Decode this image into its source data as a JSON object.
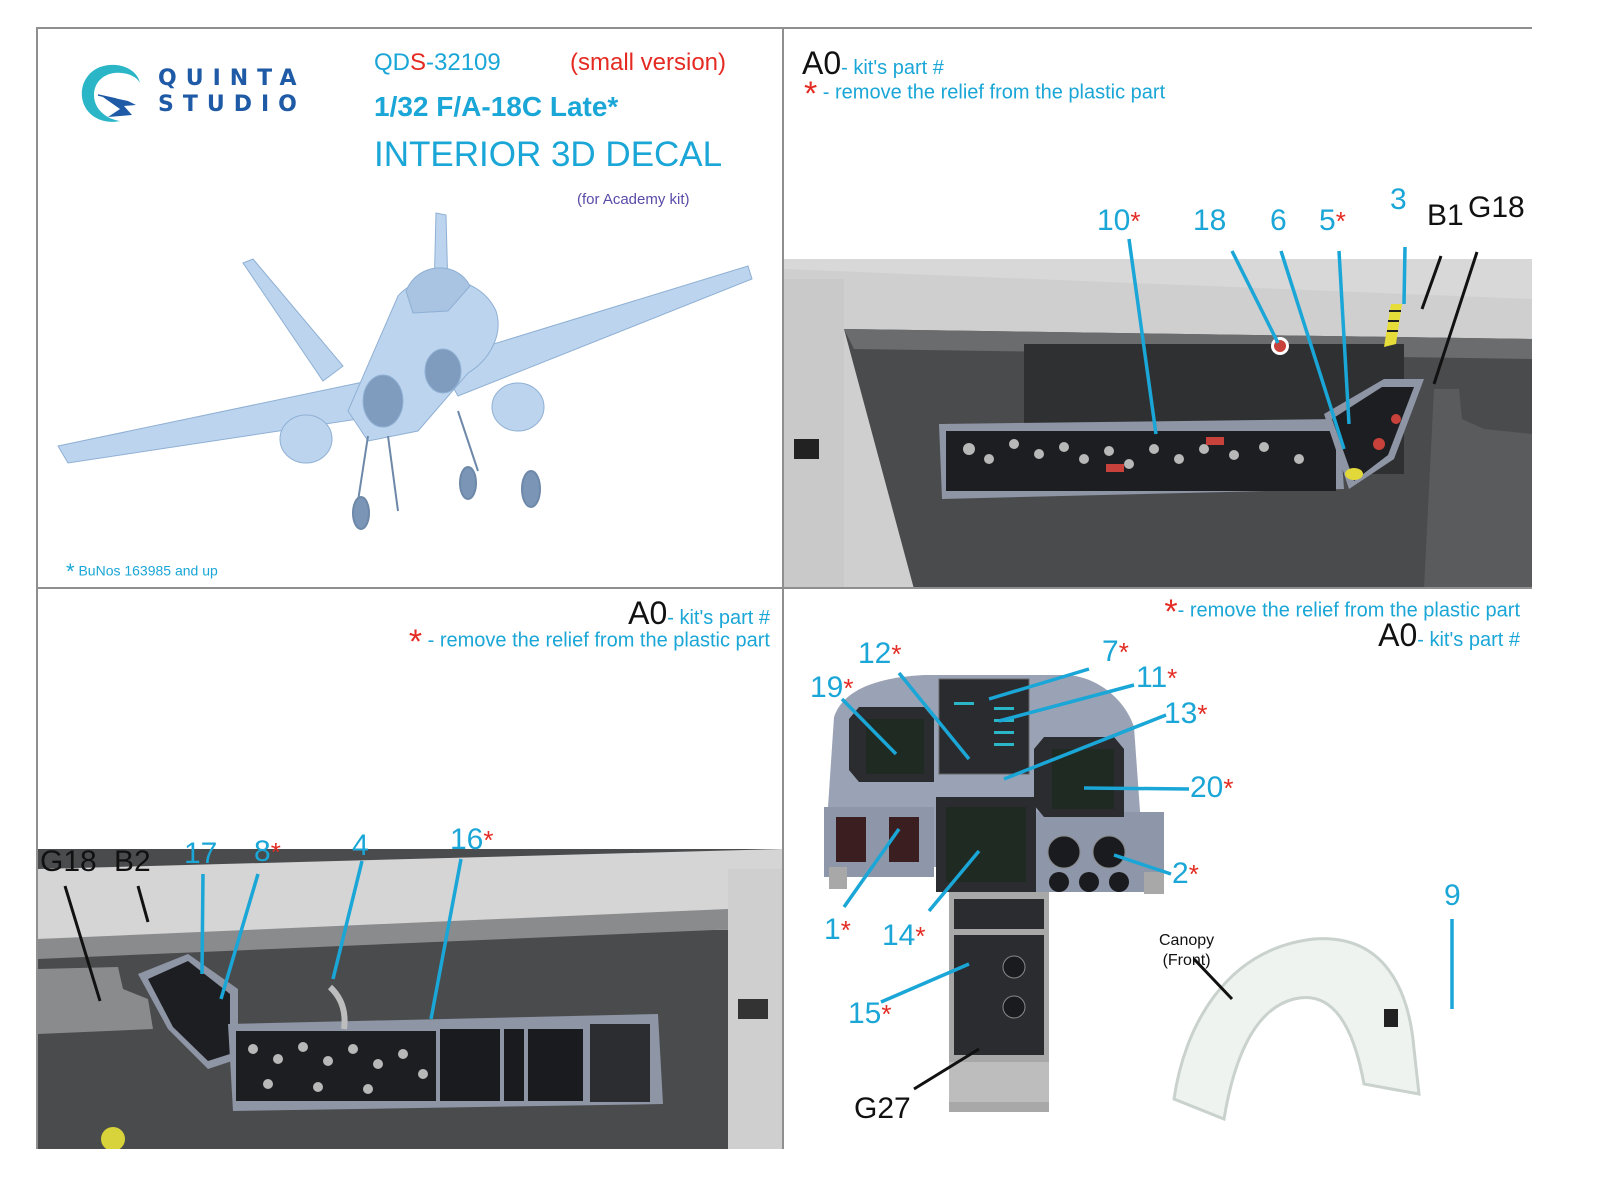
{
  "header": {
    "brand_line1": "QUINTA",
    "brand_line2": "STUDIO",
    "product_code_prefix": "QD",
    "product_code_s": "S",
    "product_code_number": "-32109",
    "version_note": "(small version)",
    "model_title": "1/32 F/A-18C Late*",
    "product_type": "INTERIOR 3D DECAL",
    "kit_note": "(for Academy kit)",
    "footnote_star": "*",
    "footnote": "BuNos 163985 and up"
  },
  "legend": {
    "part_code": "A0",
    "part_desc": "- kit's part #",
    "star": "*",
    "star_desc": " - remove the relief from the plastic part",
    "star_desc_tight": "- remove the relief from the plastic part"
  },
  "colors": {
    "cyan": "#1aa6d6",
    "red": "#e42b23",
    "logo_blue": "#1e5aa6",
    "kit_note_purple": "#5b4aa8",
    "border_gray": "#8f8f8f"
  },
  "panel_top_right": {
    "callouts": [
      {
        "num": "10",
        "star": "*"
      },
      {
        "num": "18",
        "star": ""
      },
      {
        "num": "6",
        "star": ""
      },
      {
        "num": "5",
        "star": "*"
      },
      {
        "num": "3",
        "star": ""
      }
    ],
    "parts": [
      "B1",
      "G18"
    ]
  },
  "panel_bottom_left": {
    "callouts": [
      {
        "num": "17",
        "star": ""
      },
      {
        "num": "8",
        "star": "*"
      },
      {
        "num": "4",
        "star": ""
      },
      {
        "num": "16",
        "star": "*"
      }
    ],
    "parts": [
      "G18",
      "B2"
    ]
  },
  "panel_bottom_right": {
    "callouts": [
      {
        "num": "12",
        "star": "*"
      },
      {
        "num": "7",
        "star": "*"
      },
      {
        "num": "11",
        "star": "*"
      },
      {
        "num": "19",
        "star": "*"
      },
      {
        "num": "13",
        "star": "*"
      },
      {
        "num": "20",
        "star": "*"
      },
      {
        "num": "2",
        "star": "*"
      },
      {
        "num": "1",
        "star": "*"
      },
      {
        "num": "14",
        "star": "*"
      },
      {
        "num": "15",
        "star": "*"
      },
      {
        "num": "9",
        "star": ""
      }
    ],
    "parts": [
      "G27"
    ],
    "canopy_label_1": "Canopy",
    "canopy_label_2": "(Front)"
  }
}
